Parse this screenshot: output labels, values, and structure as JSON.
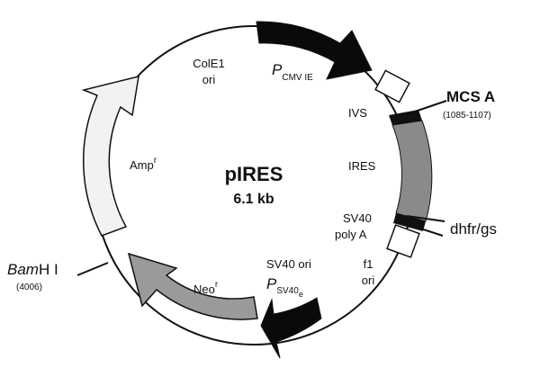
{
  "plasmid": {
    "name": "pIRES",
    "size": "6.1 kb"
  },
  "features": {
    "cmv_promoter": {
      "main": "P",
      "sub": "CMV IE"
    },
    "ivs": "IVS",
    "ires": "IRES",
    "sv40_polya": {
      "line1": "SV40",
      "line2": "poly A"
    },
    "f1_ori": {
      "line1": "f1",
      "line2": "ori"
    },
    "sv40_ori": "SV40 ori",
    "sv40_promoter": {
      "main": "P",
      "sub": "SV40",
      "subsub": "e"
    },
    "neo": {
      "main": "Neo",
      "sup": "r"
    },
    "amp": {
      "main": "Amp",
      "sup": "r"
    },
    "cole1": {
      "line1": "ColE1",
      "line2": "ori"
    }
  },
  "sites": {
    "mcs_a": {
      "name": "MCS A",
      "range": "(1085-1107)"
    },
    "dhfr": {
      "name": "dhfr/gs"
    },
    "bamhi": {
      "name_italic": "Bam",
      "name_rest": "H I",
      "pos": "(4006)"
    }
  },
  "colors": {
    "line": "#111111",
    "cmv_fill": "#0a0a0a",
    "ires_fill": "#8a8a8a",
    "neo_fill": "#9a9a9a",
    "amp_fill": "#f2f2f2",
    "box_fill": "#ffffff"
  }
}
